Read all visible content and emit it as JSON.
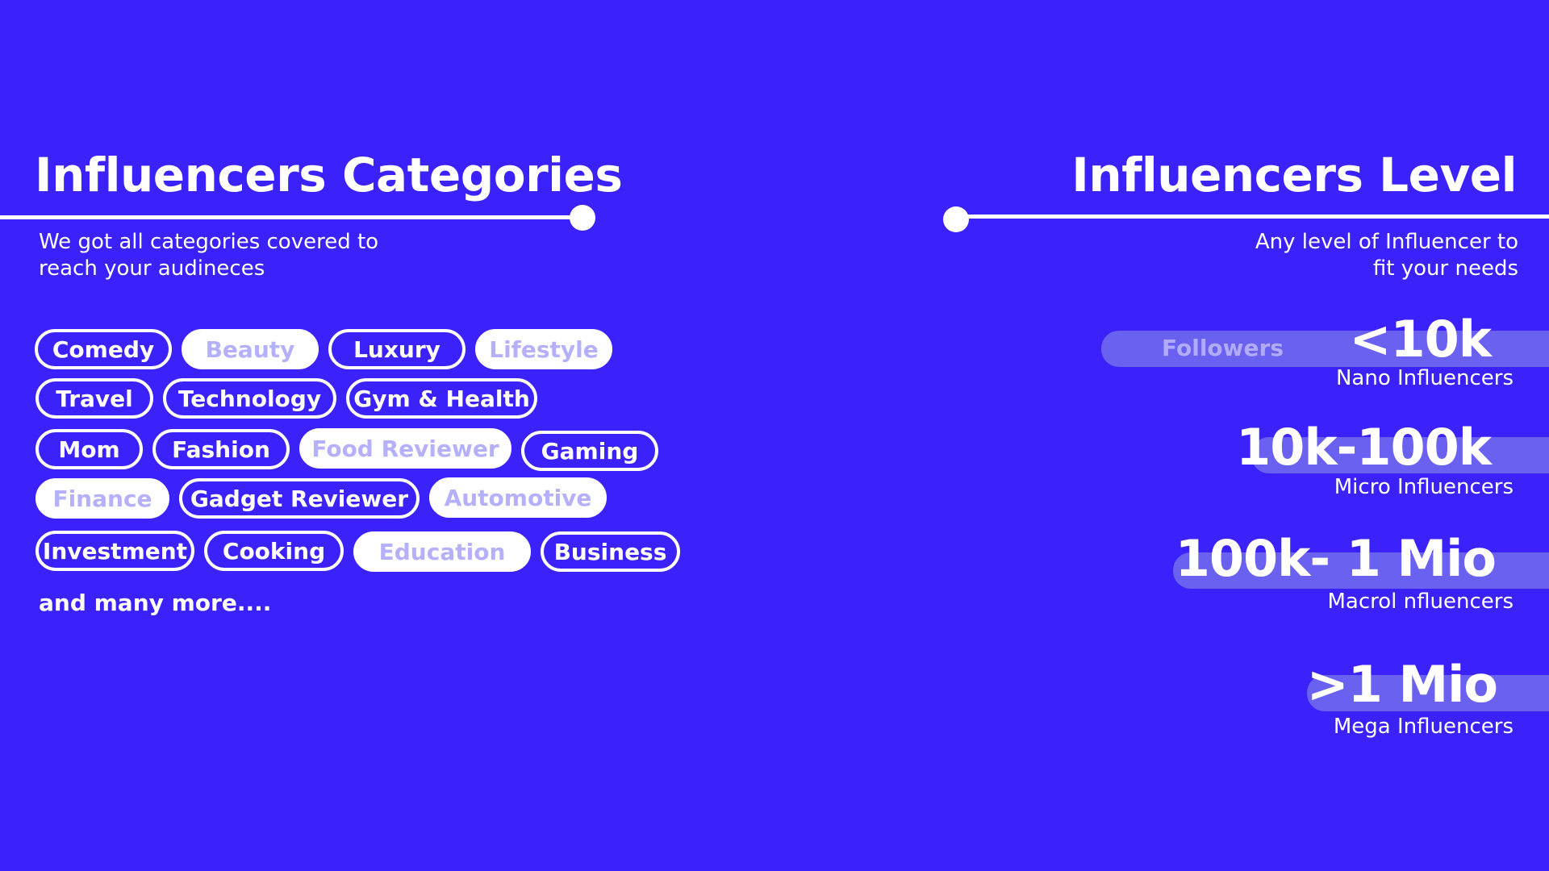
{
  "left": {
    "title": "Influencers Categories",
    "subtitle_line1": "We got all categories covered to",
    "subtitle_line2": "reach your audineces",
    "categories": [
      {
        "label": "Comedy",
        "style": "outline"
      },
      {
        "label": "Beauty",
        "style": "filled"
      },
      {
        "label": "Luxury",
        "style": "outline"
      },
      {
        "label": "Lifestyle",
        "style": "filled"
      },
      {
        "label": "Travel",
        "style": "outline"
      },
      {
        "label": "Technology",
        "style": "outline"
      },
      {
        "label": "Gym & Health",
        "style": "outline"
      },
      {
        "label": "Mom",
        "style": "outline"
      },
      {
        "label": "Fashion",
        "style": "outline"
      },
      {
        "label": "Food Reviewer",
        "style": "filled"
      },
      {
        "label": "Gaming",
        "style": "outline"
      },
      {
        "label": "Finance",
        "style": "filled"
      },
      {
        "label": "Gadget Reviewer",
        "style": "outline"
      },
      {
        "label": "Automotive",
        "style": "filled"
      },
      {
        "label": "Investment",
        "style": "outline"
      },
      {
        "label": "Cooking",
        "style": "outline"
      },
      {
        "label": "Education",
        "style": "filled"
      },
      {
        "label": "Business",
        "style": "outline"
      }
    ],
    "more": "and many more...."
  },
  "right": {
    "title": "Influencers Level",
    "subtitle_line1": "Any level of Influencer to",
    "subtitle_line2": "fit your needs",
    "band_label": "Followers",
    "levels": [
      {
        "value": "<10k",
        "name": "Nano Influencers"
      },
      {
        "value": "10k-100k",
        "name": "Micro Influencers"
      },
      {
        "value": "100k- 1 Mio",
        "name": "Macrol nfluencers"
      },
      {
        "value": ">1 Mio",
        "name": "Mega Influencers"
      }
    ]
  },
  "colors": {
    "background": "#3b22fb",
    "foreground": "#ffffff",
    "filled_pill_text": "#b5b0fb",
    "band": "#6b61f1"
  }
}
